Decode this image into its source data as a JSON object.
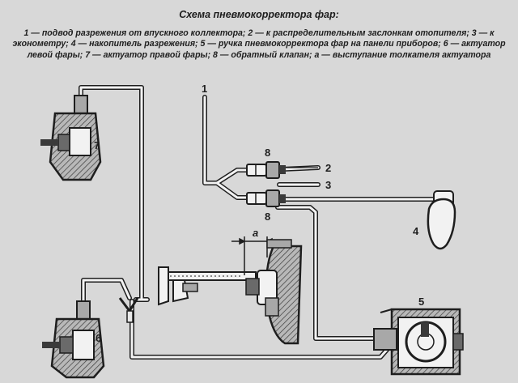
{
  "title": "Схема пневмокорректора фар:",
  "description": "1 — подвод разрежения от впускного коллектора; 2 — к распределительным заслонкам отопителя; 3 — к эконометру; 4 — накопитель разрежения; 5 — ручка пневмокорректора фар на панели приборов; 6 — актуатор левой фары; 7 — актуатор правой фары; 8 — обратный клапан; а — выступание толкателя актуатора",
  "labels": {
    "l1": "1",
    "l2": "2",
    "l3": "3",
    "l4": "4",
    "l5": "5",
    "l6": "6",
    "l7": "7",
    "l8_top": "8",
    "l8_bottom": "8",
    "la": "a"
  },
  "colors": {
    "background": "#d8d8d8",
    "ink": "#1e1e1e",
    "hose_fill": "#f2f2f2",
    "part_fill": "#a8a8a8",
    "part_dark": "#3a3a3a"
  }
}
